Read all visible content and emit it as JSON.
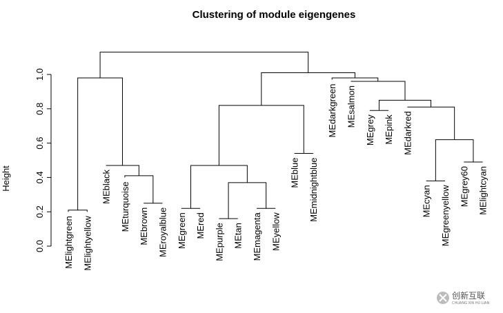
{
  "chart_data": {
    "type": "dendrogram",
    "title": "Clustering of module eigengenes",
    "ylabel": "Height",
    "ylim": [
      0,
      1.0
    ],
    "yticks": [
      0.0,
      0.2,
      0.4,
      0.6,
      0.8,
      1.0
    ],
    "ytick_labels": [
      "0.0",
      "0.2",
      "0.4",
      "0.6",
      "0.8",
      "1.0"
    ],
    "leaves": [
      "MElightgreen",
      "MElightyellow",
      "MEblack",
      "MEturquoise",
      "MEbrown",
      "MEroyalblue",
      "MEgreen",
      "MEred",
      "MEpurple",
      "MEtan",
      "MEmagenta",
      "MEyellow",
      "MEblue",
      "MEmidnightblue",
      "MEdarkgreen",
      "MEsalmon",
      "MEgrey",
      "MEpink",
      "MEdarkred",
      "MEcyan",
      "MEgreenyellow",
      "MEgrey60",
      "MElightcyan"
    ],
    "leaf_heights": [
      0.2,
      0.2,
      0.47,
      0.4,
      0.25,
      0.25,
      0.22,
      0.22,
      0.16,
      0.16,
      0.22,
      0.22,
      0.54,
      0.54,
      0.97,
      0.96,
      0.79,
      0.79,
      0.81,
      0.38,
      0.38,
      0.49,
      0.49
    ],
    "merges": [
      {
        "id": "n1",
        "left": "MElightgreen",
        "right": "MElightyellow",
        "height": 0.21
      },
      {
        "id": "n2",
        "left": "MEbrown",
        "right": "MEroyalblue",
        "height": 0.25
      },
      {
        "id": "n3",
        "left": "MEturquoise",
        "right": "n2",
        "height": 0.41
      },
      {
        "id": "n4",
        "left": "MEblack",
        "right": "n3",
        "height": 0.47
      },
      {
        "id": "n5",
        "left": "n1",
        "right": "n4",
        "height": 0.98
      },
      {
        "id": "n6",
        "left": "MEgreen",
        "right": "MEred",
        "height": 0.22
      },
      {
        "id": "n7",
        "left": "MEpurple",
        "right": "MEtan",
        "height": 0.16
      },
      {
        "id": "n8",
        "left": "MEmagenta",
        "right": "MEyellow",
        "height": 0.22
      },
      {
        "id": "n9",
        "left": "n7",
        "right": "n8",
        "height": 0.37
      },
      {
        "id": "n10",
        "left": "n6",
        "right": "n9",
        "height": 0.47
      },
      {
        "id": "n11",
        "left": "MEblue",
        "right": "MEmidnightblue",
        "height": 0.54
      },
      {
        "id": "n12",
        "left": "n10",
        "right": "n11",
        "height": 0.82
      },
      {
        "id": "n13",
        "left": "MEgrey",
        "right": "MEpink",
        "height": 0.79
      },
      {
        "id": "n14",
        "left": "MEcyan",
        "right": "MEgreenyellow",
        "height": 0.38
      },
      {
        "id": "n15",
        "left": "MEgrey60",
        "right": "MElightcyan",
        "height": 0.49
      },
      {
        "id": "n16",
        "left": "n14",
        "right": "n15",
        "height": 0.62
      },
      {
        "id": "n17",
        "left": "MEdarkred",
        "right": "n16",
        "height": 0.81
      },
      {
        "id": "n18",
        "left": "n13",
        "right": "n17",
        "height": 0.85
      },
      {
        "id": "n19",
        "left": "MEsalmon",
        "right": "n18",
        "height": 0.96
      },
      {
        "id": "n20",
        "left": "MEdarkgreen",
        "right": "n19",
        "height": 0.98
      },
      {
        "id": "n21",
        "left": "n12",
        "right": "n20",
        "height": 1.01
      },
      {
        "id": "n22",
        "left": "n5",
        "right": "n21",
        "height": 1.13
      }
    ]
  },
  "watermark": {
    "text": "创新互联",
    "subtext": "CHUANG XIN HU LIAN",
    "icon": "circled-x-logo-icon"
  }
}
